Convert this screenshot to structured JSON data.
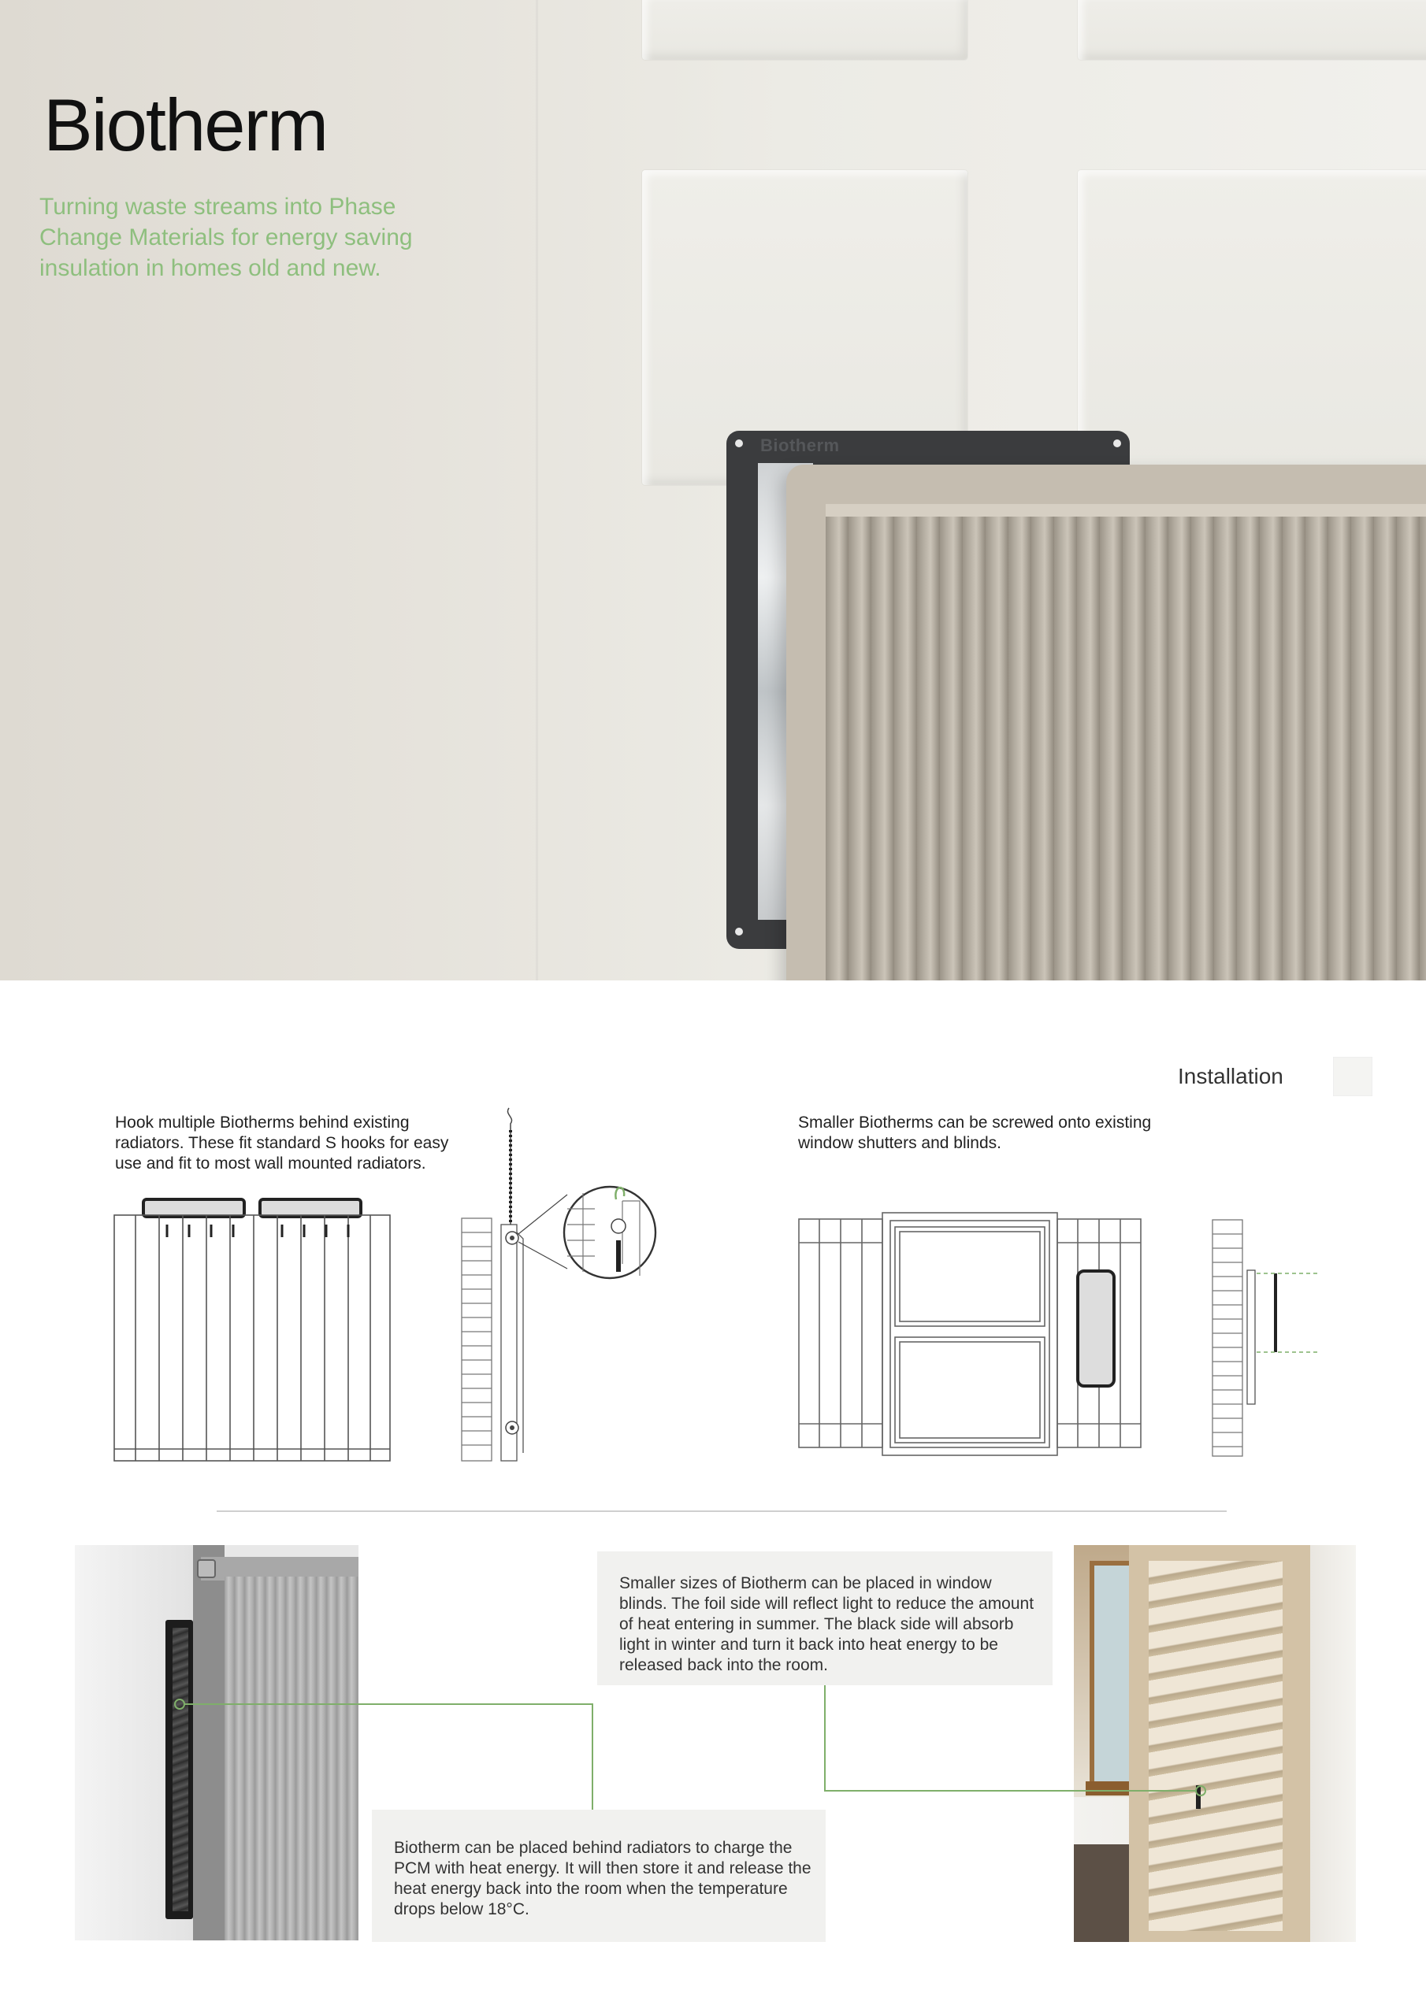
{
  "hero": {
    "title": "Biotherm",
    "subtitle": "Turning waste streams into Phase Change Materials for energy saving insulation in homes old and new.",
    "plate_brand": "Biotherm"
  },
  "installation": {
    "label": "Installation",
    "hook_text": "Hook multiple Biotherms behind existing radiators. These fit standard S hooks for easy use and fit to most wall mounted radiators.",
    "shutter_text": "Smaller Biotherms can be screwed onto existing window shutters and blinds."
  },
  "captions": {
    "blinds": "Smaller sizes of Biotherm can be placed in window blinds. The foil side will reflect light to reduce the amount of heat entering in summer. The black side will absorb light in winter and turn it back into heat energy to be released back into the room.",
    "radiator": "Biotherm can be placed behind radiators to charge the PCM with heat energy. It will then store it and release the heat energy back into the room when the temperature drops below 18°C."
  },
  "colors": {
    "accent_green": "#8ebf7e",
    "leader_green": "#7faf6a",
    "plate_dark": "#3b3c3e",
    "radiator_beige": "#c5bdb0"
  }
}
